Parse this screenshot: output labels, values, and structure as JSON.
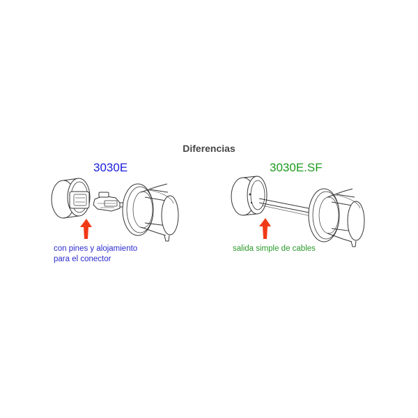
{
  "title": "Diferencias",
  "left": {
    "model": "3030E",
    "caption_line1": "con pines y alojamiento",
    "caption_line2": "para el conector",
    "color": "#1a1adc"
  },
  "right": {
    "model": "3030E.SF",
    "caption_line1": "salida simple de cables",
    "color": "#1d9a1d"
  },
  "arrow_color": "#f03a17"
}
